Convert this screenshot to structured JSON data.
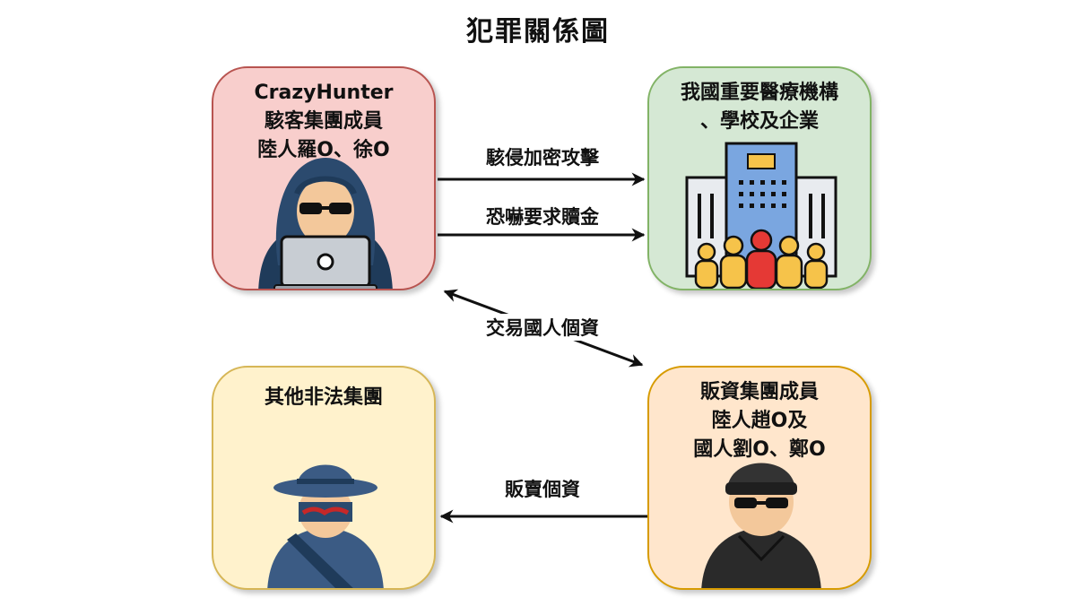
{
  "title": "犯罪關係圖",
  "nodes": {
    "hackers": {
      "lines": [
        "CrazyHunter",
        "駭客集團成員",
        "陸人羅O、徐O"
      ],
      "fill": "#f8cecc",
      "stroke": "#b85450"
    },
    "targets": {
      "lines": [
        "我國重要醫療機構",
        "、學校及企業"
      ],
      "fill": "#d5e8d4",
      "stroke": "#82b366"
    },
    "others": {
      "lines": [
        "其他非法集團"
      ],
      "fill": "#fff2cc",
      "stroke": "#d6b656"
    },
    "sellers": {
      "lines": [
        "販資集團成員",
        "陸人趙O及",
        "國人劉O、鄭O"
      ],
      "fill": "#ffe6cc",
      "stroke": "#d79b00"
    }
  },
  "edges": {
    "encrypt_attack": "駭侵加密攻擊",
    "extort_ransom": "恐嚇要求贖金",
    "trade_data": "交易國人個資",
    "sell_data": "販賣個資"
  }
}
